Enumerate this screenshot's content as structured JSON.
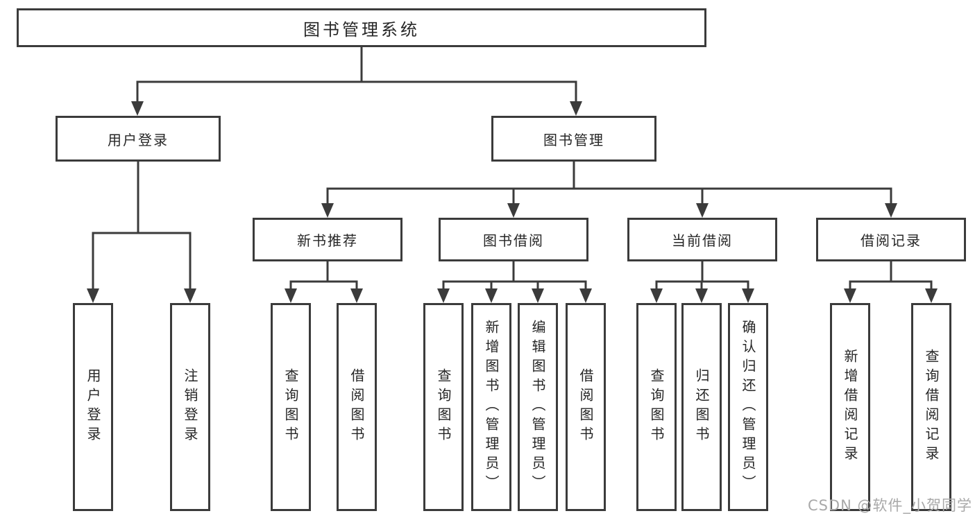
{
  "diagram": {
    "title": "图书管理系统",
    "type": "hierarchy-tree",
    "colors": {
      "border": "#3b3b3b",
      "line": "#3b3b3b",
      "text": "#262626",
      "background": "#ffffff",
      "watermark": "#a9a9a9"
    },
    "nodes": [
      {
        "id": "root",
        "label": "图书管理系统",
        "level": 1,
        "parent": null
      },
      {
        "id": "login",
        "label": "用户登录",
        "level": 2,
        "parent": "root"
      },
      {
        "id": "manage",
        "label": "图书管理",
        "level": 2,
        "parent": "root"
      },
      {
        "id": "recommend",
        "label": "新书推荐",
        "level": 3,
        "parent": "manage"
      },
      {
        "id": "borrow",
        "label": "图书借阅",
        "level": 3,
        "parent": "manage"
      },
      {
        "id": "current",
        "label": "当前借阅",
        "level": 3,
        "parent": "manage"
      },
      {
        "id": "records",
        "label": "借阅记录",
        "level": 3,
        "parent": "manage"
      },
      {
        "id": "login-user",
        "label": "用户登录",
        "level": 4,
        "parent": "login"
      },
      {
        "id": "login-logout",
        "label": "注销登录",
        "level": 4,
        "parent": "login"
      },
      {
        "id": "recommend-query",
        "label": "查询图书",
        "level": 4,
        "parent": "recommend"
      },
      {
        "id": "recommend-borrow",
        "label": "借阅图书",
        "level": 4,
        "parent": "recommend"
      },
      {
        "id": "borrow-query",
        "label": "查询图书",
        "level": 4,
        "parent": "borrow"
      },
      {
        "id": "borrow-add",
        "label": "新增图书（管理员）",
        "level": 4,
        "parent": "borrow"
      },
      {
        "id": "borrow-edit",
        "label": "编辑图书（管理员）",
        "level": 4,
        "parent": "borrow"
      },
      {
        "id": "borrow-borrow",
        "label": "借阅图书",
        "level": 4,
        "parent": "borrow"
      },
      {
        "id": "current-query",
        "label": "查询图书",
        "level": 4,
        "parent": "current"
      },
      {
        "id": "current-return",
        "label": "归还图书",
        "level": 4,
        "parent": "current"
      },
      {
        "id": "current-confirm",
        "label": "确认归还（管理员）",
        "level": 4,
        "parent": "current"
      },
      {
        "id": "records-add",
        "label": "新增借阅记录",
        "level": 4,
        "parent": "records"
      },
      {
        "id": "records-query",
        "label": "查询借阅记录",
        "level": 4,
        "parent": "records"
      }
    ]
  },
  "watermark": {
    "text": "CSDN @软件_小贺同学"
  }
}
